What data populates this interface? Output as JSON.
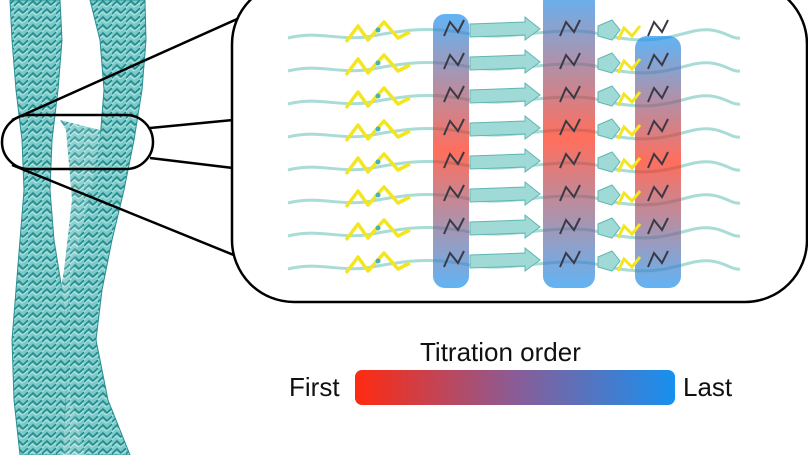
{
  "legend": {
    "title": "Titration order",
    "start_label": "First",
    "end_label": "Last",
    "start_color": "#ff2a10",
    "end_color": "#1790f0"
  },
  "colors": {
    "protein": "#45b3b8",
    "protein_light": "#a9dcd7",
    "disulfide": "#f3e620",
    "outline": "#000000"
  }
}
